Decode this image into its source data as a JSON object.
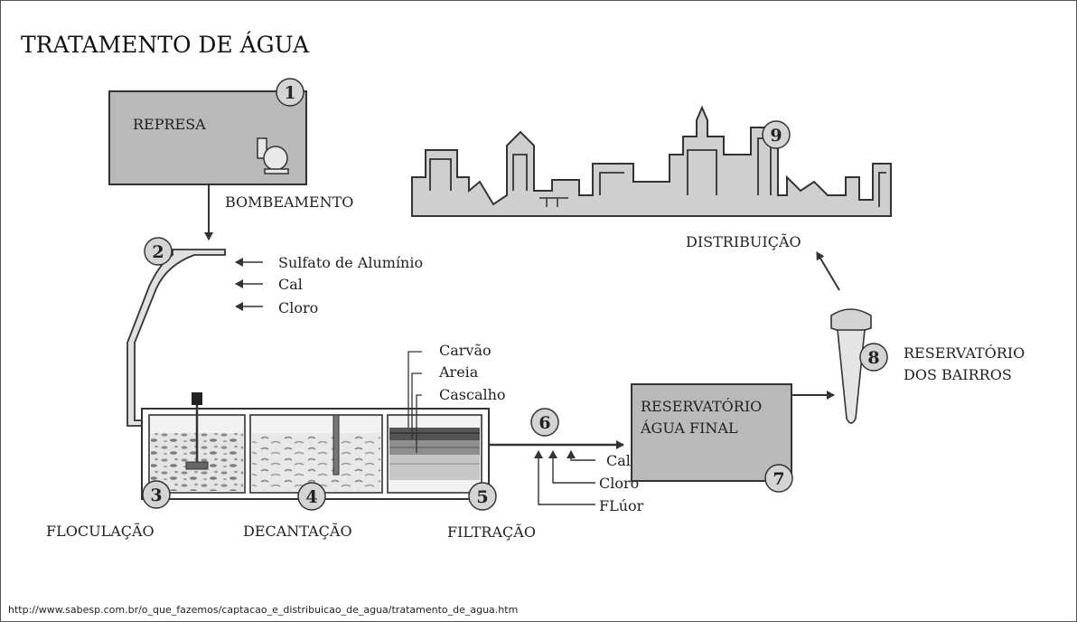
{
  "title": "TRATAMENTO DE ÁGUA",
  "stages": {
    "represa": {
      "number": "1",
      "label": "REPRESA"
    },
    "bombeamento": {
      "label": "BOMBEAMENTO"
    },
    "mistura": {
      "number": "2"
    },
    "floculacao": {
      "number": "3",
      "label": "FLOCULAÇÃO"
    },
    "decantacao": {
      "number": "4",
      "label": "DECANTAÇÃO"
    },
    "filtracao": {
      "number": "5",
      "label": "FILTRAÇÃO"
    },
    "tratamento_final": {
      "number": "6"
    },
    "reservatorio_final": {
      "number": "7",
      "label_line1": "RESERVATÓRIO",
      "label_line2": "ÁGUA FINAL"
    },
    "reservatorio_bairros": {
      "number": "8",
      "label_line1": "RESERVATÓRIO",
      "label_line2": "DOS BAIRROS"
    },
    "distribuicao": {
      "number": "9",
      "label": "DISTRIBUIÇÃO"
    }
  },
  "chemicals_initial": [
    "Sulfato de Alumínio",
    "Cal",
    "Cloro"
  ],
  "filter_layers": [
    "Carvão",
    "Areia",
    "Cascalho"
  ],
  "chemicals_final": [
    "Cal",
    "Cloro",
    "FLúor"
  ],
  "source_url": "http://www.sabesp.com.br/o_que_fazemos/captacao_e_distribuicao_de_agua/tratamento_de_agua.htm",
  "colors": {
    "box_fill": "#b9b9b9",
    "badge_fill": "#d4d4d4",
    "stroke": "#333333",
    "water": "#d9d9d9"
  }
}
